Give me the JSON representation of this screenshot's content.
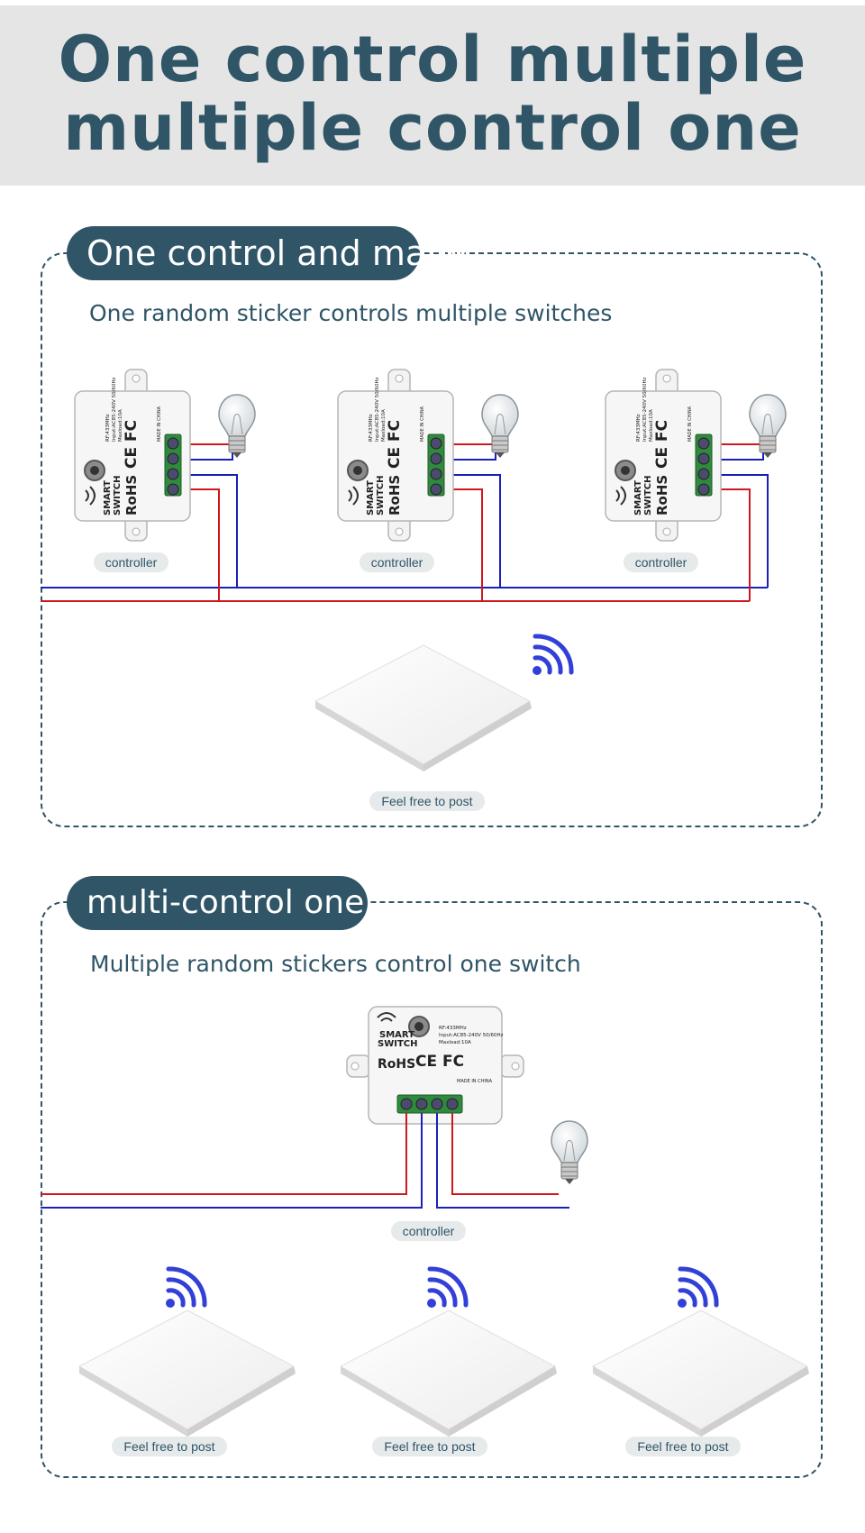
{
  "header": {
    "title_line1": "One control multiple",
    "title_line2": "multiple control one"
  },
  "section_one": {
    "title": "One control and many",
    "subtitle": "One random sticker controls multiple switches",
    "controller_labels": [
      "controller",
      "controller",
      "controller"
    ],
    "switch_label": "Feel free to post"
  },
  "section_two": {
    "title": "multi-control one",
    "subtitle": "Multiple random stickers control one switch",
    "controller_label": "controller",
    "switch_labels": [
      "Feel free to post",
      "Feel free to post",
      "Feel free to post"
    ]
  },
  "device_markings": {
    "brand_line1": "SMART",
    "brand_line2": "SWITCH",
    "rohs": "RoHS",
    "cert": "CE FC",
    "spec1": "RF:433MHz",
    "spec2": "Input:AC85-240V 50/60Hz",
    "spec3": "Maxload:10A",
    "origin": "MADE IN CHINA"
  },
  "colors": {
    "accent": "#2f5567",
    "live_wire": "#d0161e",
    "neutral_wire": "#1b20b8",
    "signal": "#3340d8",
    "terminal": "#2f8a3e"
  }
}
